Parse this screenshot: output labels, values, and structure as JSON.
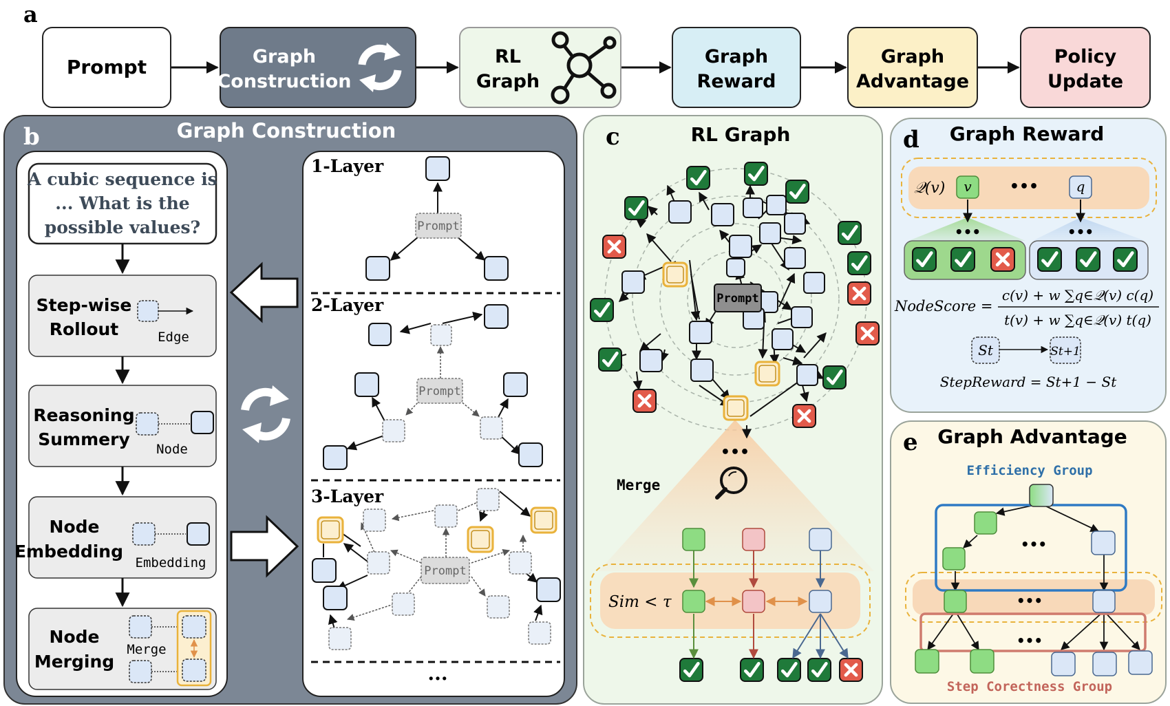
{
  "panel_letters": {
    "a": "a",
    "b": "b",
    "c": "c",
    "d": "d",
    "e": "e"
  },
  "pipeline": {
    "prompt": "Prompt",
    "graph_construction": [
      "Graph",
      "Construction"
    ],
    "rl_graph": [
      "RL",
      "Graph"
    ],
    "graph_reward": [
      "Graph",
      "Reward"
    ],
    "graph_advantage": [
      "Graph",
      "Advantage"
    ],
    "policy_update": [
      "Policy",
      "Update"
    ]
  },
  "panel_b": {
    "title": "Graph Construction",
    "question": [
      "A cubic sequence is",
      "... What is the",
      "possible values?"
    ],
    "step1": {
      "label": [
        "Step-wise",
        "Rollout"
      ],
      "tag": "Edge"
    },
    "step2": {
      "label": [
        "Reasoning",
        "Summery"
      ],
      "tag": "Node"
    },
    "step3": {
      "label": [
        "Node",
        "Embedding"
      ],
      "tag": "Embedding"
    },
    "step4": {
      "label": [
        "Node",
        "Merging"
      ],
      "tag": "Merge"
    },
    "layers": {
      "l1": "1-Layer",
      "l2": "2-Layer",
      "l3": "3-Layer",
      "more": "..."
    },
    "prompt_node": "Prompt"
  },
  "panel_c": {
    "title": "RL Graph",
    "prompt_node": "Prompt",
    "merge": "Merge",
    "sim": "Sim < τ",
    "ellipsis": "•••"
  },
  "panel_d": {
    "title": "Graph Reward",
    "qv": "𝒬(v)",
    "v": "v",
    "q": "q",
    "nodescore_lhs": "NodeScore =",
    "nodescore_num": "c(v) + w ∑q∈𝒬(v) c(q)",
    "nodescore_den": "t(v) + w ∑q∈𝒬(v) t(q)",
    "st": "St",
    "st1": "St+1",
    "stepreward": "StepReward = St+1 − St"
  },
  "panel_e": {
    "title": "Graph Advantage",
    "efficiency": "Efficiency Group",
    "step_correctness": "Step Corectness Group"
  },
  "colors": {
    "dark_panel": "#7c8795",
    "green_bg": "#eef7ea",
    "blue_bg": "#e8f2fa",
    "yellow_bg": "#fdf8e6",
    "node_blue": "#dbe7f7",
    "node_green": "#8edc83",
    "node_red": "#f3c4c6",
    "check_green": "#1f7a3a",
    "cross_red": "#e25b4b",
    "highlight": "#e9b23b"
  }
}
